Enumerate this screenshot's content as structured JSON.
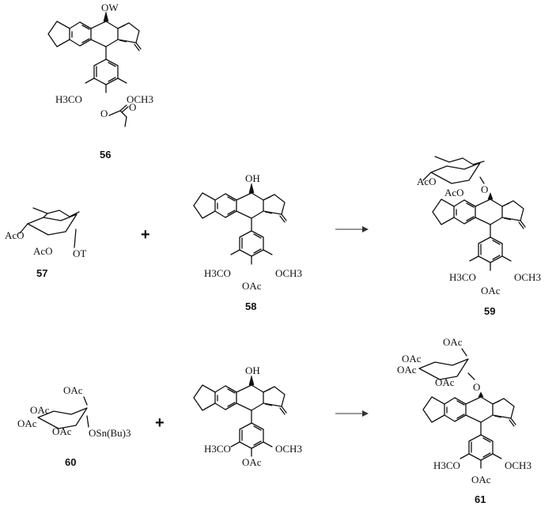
{
  "compounds": {
    "c56": {
      "label": "56",
      "sub_w": "OW",
      "ome_left": "H3CO",
      "ome_right": "OCH3"
    },
    "c57": {
      "label": "57",
      "ac1": "AcO",
      "ac2": "AcO",
      "ot": "OT"
    },
    "c58": {
      "label": "58",
      "oh": "OH",
      "ome_left": "H3CO",
      "ome_right": "OCH3",
      "oac": "OAc"
    },
    "c59": {
      "label": "59",
      "ac1": "AcO",
      "ac2": "AcO",
      "ome_left": "H3CO",
      "ome_right": "OCH3",
      "oac": "OAc"
    },
    "c60": {
      "label": "60",
      "oac_top": "OAc",
      "oac_1": "OAc",
      "oac_2": "OAc",
      "oac_3": "OAc",
      "sn": "OSn(Bu)3"
    },
    "c60b": {
      "oh": "OH",
      "ome_left": "H3CO",
      "ome_right": "OCH3",
      "oac": "OAc"
    },
    "c61": {
      "label": "61",
      "oac_top": "OAc",
      "oac_1": "OAc",
      "oac_2": "OAc",
      "oac_3": "OAc",
      "ome_left": "H3CO",
      "ome_right": "OCH3",
      "oac": "OAc"
    }
  },
  "operators": {
    "plus": "+"
  }
}
